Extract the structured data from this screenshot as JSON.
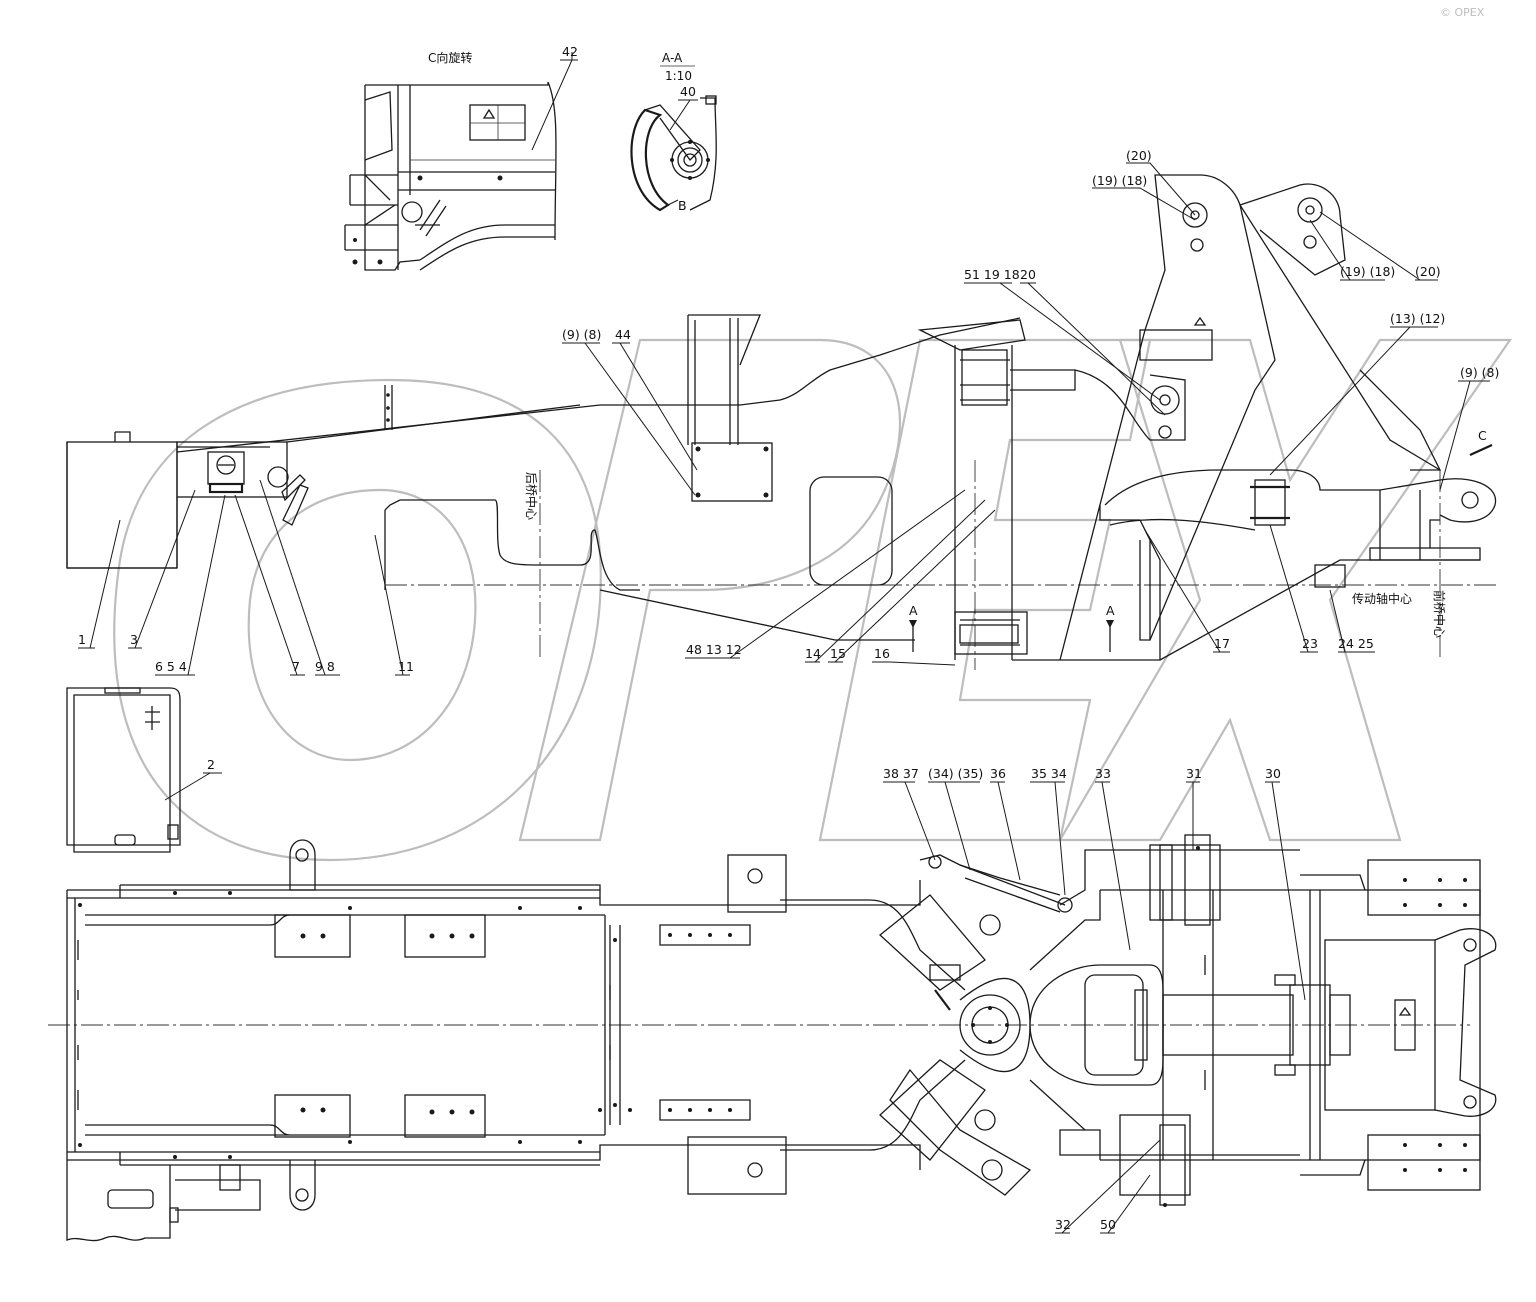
{
  "views": {
    "c_rotated": {
      "title": "C向旋转",
      "callouts": [
        "42"
      ]
    },
    "section_aa": {
      "title": "A-A",
      "scale": "1:10",
      "callouts": [
        "40",
        "B"
      ]
    }
  },
  "center_marks": {
    "rear_axle": "后桥中心",
    "drive_shaft": "传动轴中心",
    "front_axle": "前桥中心"
  },
  "section_arrows": [
    "A",
    "A",
    "C"
  ],
  "side_view_callouts": [
    "1",
    "3",
    "6 5 4",
    "7",
    "9 8",
    "11",
    "(9) (8)",
    "44",
    "48 13 12",
    "14",
    "15",
    "16",
    "51 19 18",
    "20",
    "(20)",
    "(19) (18)",
    "(19) (18)",
    "(20)",
    "(13) (12)",
    "(9) (8)",
    "17",
    "23",
    "24 25"
  ],
  "plan_view_callouts": [
    "2",
    "38 37",
    "(34) (35)",
    "36",
    "35 34",
    "33",
    "31",
    "30",
    "32",
    "50"
  ],
  "watermark": {
    "text": "OPEX",
    "corner": "© OPEX"
  }
}
